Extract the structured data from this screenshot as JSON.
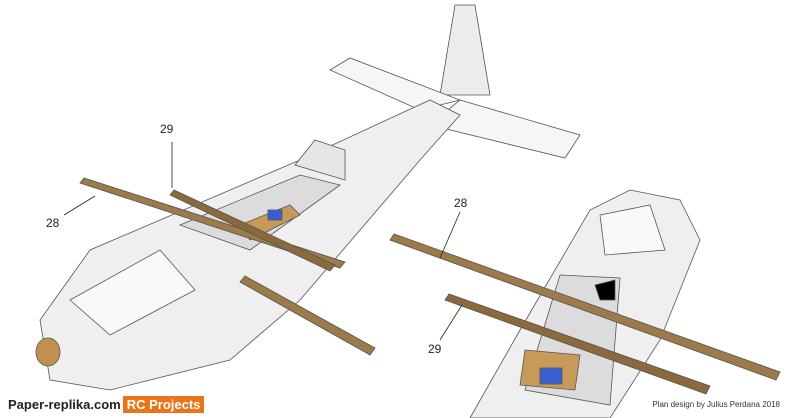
{
  "labels": {
    "left_29": "29",
    "left_28": "28",
    "right_28": "28",
    "right_29": "29"
  },
  "footer": {
    "site": "Paper-replika.com",
    "project": "RC Projects",
    "credit": "Plan design by Julius Perdana 2018"
  },
  "colors": {
    "wood": "#9c7a4a",
    "fuselage": "#f2f2f2",
    "outline": "#555555",
    "servo": "#3a5fd0",
    "brand": "#e8751a"
  }
}
